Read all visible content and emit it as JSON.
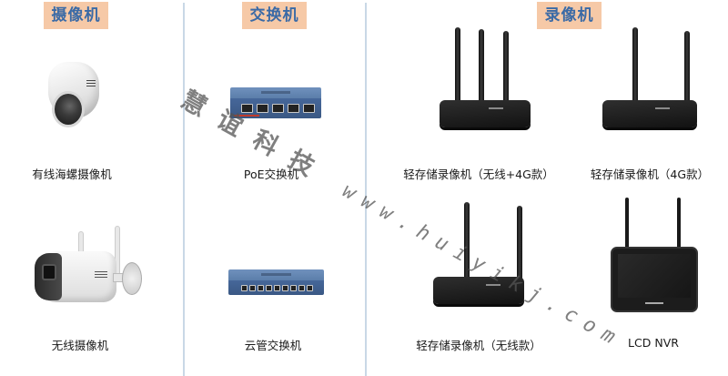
{
  "sections": [
    {
      "id": "camera",
      "title": "摄像机"
    },
    {
      "id": "switch",
      "title": "交换机"
    },
    {
      "id": "nvr",
      "title": "录像机"
    }
  ],
  "products": {
    "turret_camera": {
      "label": "有线海螺摄像机",
      "icon": "dome-camera-icon"
    },
    "wireless_camera": {
      "label": "无线摄像机",
      "icon": "bullet-camera-icon"
    },
    "poe_switch": {
      "label": "PoE交换机",
      "icon": "poe-switch-icon"
    },
    "cloud_switch": {
      "label": "云管交换机",
      "icon": "cloud-switch-icon"
    },
    "nvr_wireless_4g": {
      "label": "轻存储录像机（无线+4G款）",
      "icon": "router-three-antenna-icon"
    },
    "nvr_4g": {
      "label": "轻存储录像机（4G款）",
      "icon": "router-two-antenna-icon"
    },
    "nvr_wireless": {
      "label": "轻存储录像机（无线款）",
      "icon": "router-two-antenna-icon"
    },
    "lcd_nvr": {
      "label": "LCD NVR",
      "icon": "lcd-nvr-icon"
    }
  },
  "watermark": {
    "cn": "慧谊科技",
    "url": "www.huiyikj.com"
  },
  "colors": {
    "title_bg": "#f6c9a7",
    "title_text": "#3a6aa6",
    "divider": "#c9d8e6"
  }
}
